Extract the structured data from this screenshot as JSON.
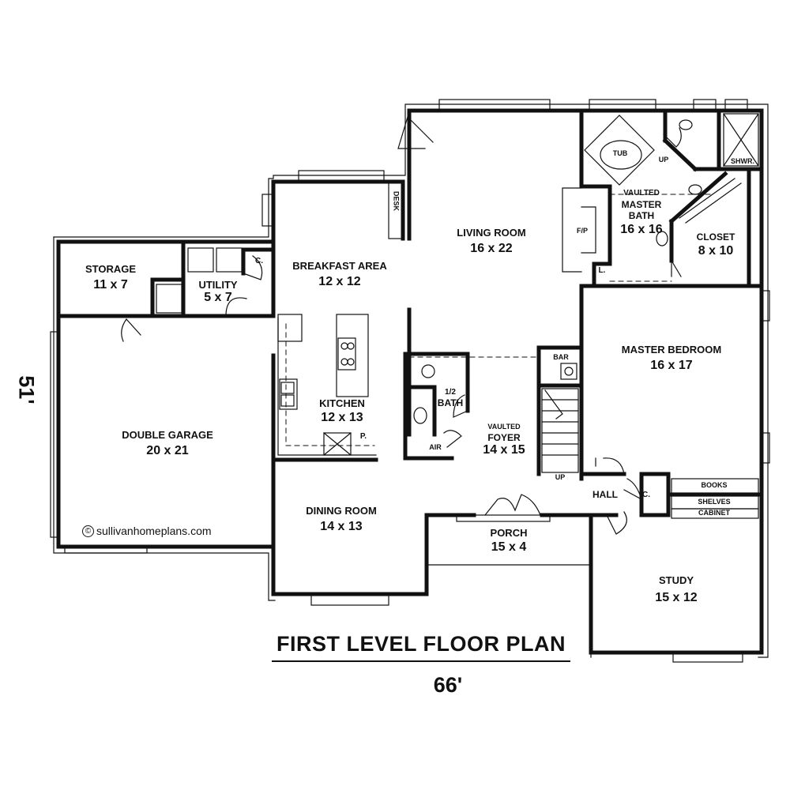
{
  "title": "FIRST LEVEL FLOOR PLAN",
  "width_dimension": "66'",
  "depth_dimension": "51'",
  "copyright": {
    "symbol": "©",
    "text": "sullivanhomeplans.com"
  },
  "rooms": {
    "storage": {
      "name": "STORAGE",
      "dims": "11 x 7"
    },
    "utility": {
      "name": "UTILITY",
      "dims": "5 x 7"
    },
    "utility_closet": {
      "name": "C."
    },
    "breakfast": {
      "name": "BREAKFAST AREA",
      "dims": "12 x 12"
    },
    "desk": {
      "name": "DESK"
    },
    "living": {
      "name": "LIVING ROOM",
      "dims": "16 x 22"
    },
    "fireplace": {
      "name": "F/P"
    },
    "tub": {
      "name": "TUB"
    },
    "up_bath": {
      "name": "UP"
    },
    "shower": {
      "name": "SHWR."
    },
    "master_bath": {
      "note": "VAULTED",
      "name_1": "MASTER",
      "name_2": "BATH",
      "dims": "16 x 16"
    },
    "closet": {
      "name": "CLOSET",
      "dims": "8 x 10"
    },
    "linen": {
      "name": "L."
    },
    "master_bedroom": {
      "name": "MASTER BEDROOM",
      "dims": "16 x 17"
    },
    "bar": {
      "name": "BAR"
    },
    "half_bath": {
      "name_1": "1/2",
      "name_2": "BATH"
    },
    "air": {
      "name": "AIR"
    },
    "kitchen": {
      "name": "KITCHEN",
      "dims": "12 x 13"
    },
    "pantry": {
      "name": "P."
    },
    "foyer": {
      "note": "VAULTED",
      "name": "FOYER",
      "dims": "14 x 15"
    },
    "up_stairs": {
      "name": "UP"
    },
    "garage": {
      "name": "DOUBLE GARAGE",
      "dims": "20 x 21"
    },
    "dining": {
      "name": "DINING ROOM",
      "dims": "14 x 13"
    },
    "porch": {
      "name": "PORCH",
      "dims": "15 x 4"
    },
    "hall": {
      "name": "HALL"
    },
    "hall_closet": {
      "name": "C."
    },
    "books": {
      "name": "BOOKS"
    },
    "shelves": {
      "name": "SHELVES"
    },
    "cabinet": {
      "name": "CABINET"
    },
    "study": {
      "name": "STUDY",
      "dims": "15 x 12"
    }
  }
}
